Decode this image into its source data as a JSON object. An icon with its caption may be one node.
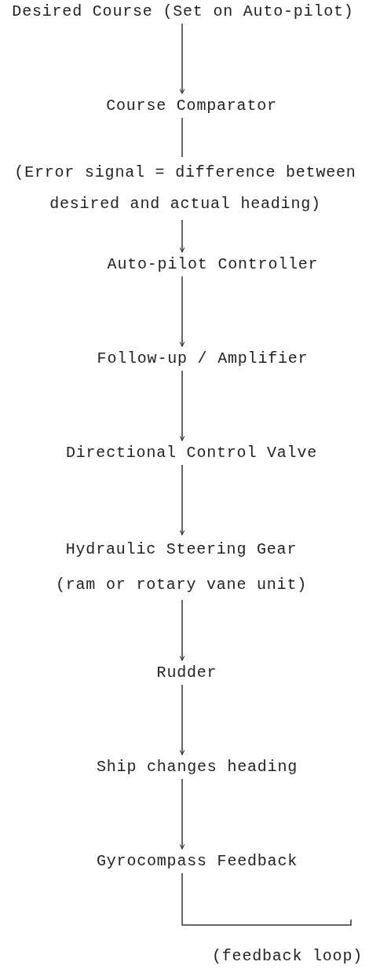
{
  "diagram": {
    "nodes": [
      {
        "text": [
          "Desired Course (Set on Auto-pilot)"
        ]
      },
      {
        "text": [
          "Course Comparator"
        ]
      },
      {
        "text": [
          "Auto-pilot Controller"
        ]
      },
      {
        "text": [
          "Follow-up / Amplifier"
        ]
      },
      {
        "text": [
          "Directional Control Valve"
        ]
      },
      {
        "text": [
          "Hydraulic Steering Gear",
          "(ram or rotary vane unit)"
        ]
      },
      {
        "text": [
          "Rudder"
        ]
      },
      {
        "text": [
          "Ship changes heading"
        ]
      },
      {
        "text": [
          "Gyrocompass Feedback"
        ]
      }
    ],
    "edges": [
      {
        "from": 0,
        "to": 1,
        "arrow": "to"
      },
      {
        "from": 1,
        "to": 2,
        "arrow": "to",
        "label": "(Error signal = difference between desired and actual heading)"
      },
      {
        "from": 2,
        "to": 3,
        "arrow": "to"
      },
      {
        "from": 3,
        "to": 4,
        "arrow": "to"
      },
      {
        "from": 4,
        "to": 5,
        "arrow": "to"
      },
      {
        "from": 5,
        "to": 6,
        "arrow": "to"
      },
      {
        "from": 6,
        "to": 7,
        "arrow": "to"
      },
      {
        "from": 7,
        "to": 8,
        "arrow": "to"
      },
      {
        "from": 8,
        "to": null,
        "arrow": "none",
        "label": "(feedback loop)"
      }
    ]
  }
}
